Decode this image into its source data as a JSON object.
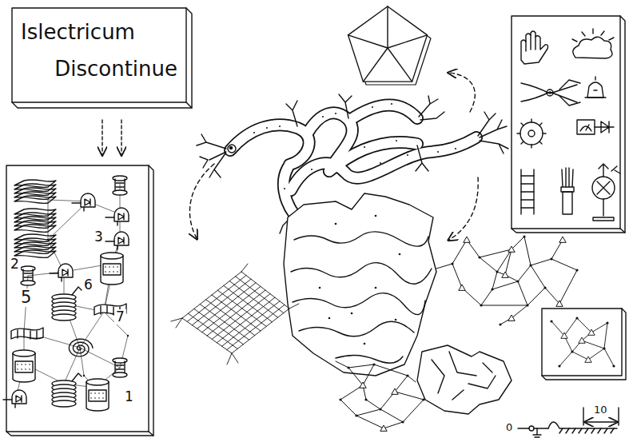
{
  "diagram": {
    "title": "Islectricum Discontinue",
    "labels": [
      "3",
      "2",
      "6",
      "5",
      "7",
      "1",
      "10",
      "0"
    ]
  }
}
